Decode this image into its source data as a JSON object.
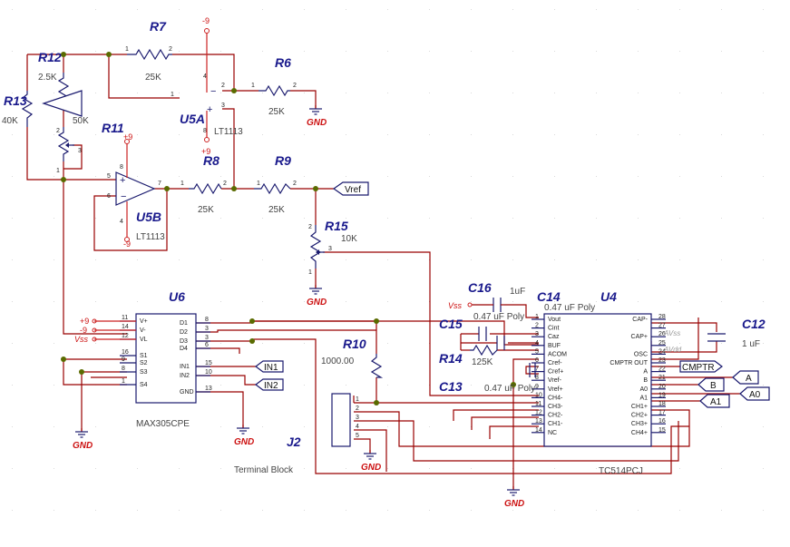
{
  "refs": {
    "r7": "R7",
    "r6": "R6",
    "r12": "R12",
    "r13": "R13",
    "r11": "R11",
    "r8": "R8",
    "r9": "R9",
    "r15": "R15",
    "r10": "R10",
    "r14": "R14",
    "u5a": "U5A",
    "u5b": "U5B",
    "u6": "U6",
    "u4": "U4",
    "j2": "J2",
    "c16": "C16",
    "c14": "C14",
    "c15": "C15",
    "c13": "C13",
    "c12": "C12"
  },
  "values": {
    "r7": "25K",
    "r6": "25K",
    "r12": "2.5K",
    "r12b": "50K",
    "r13": "40K",
    "r8": "25K",
    "r9": "25K",
    "r15": "10K",
    "r10": "1000.00",
    "r14": "125K",
    "c16": "1uF",
    "c14": "0.47 uF Poly",
    "c15": "0.47 uF Poly",
    "c13": "0.47 uF Poly",
    "c12": "1 uF",
    "u5a": "LT1113",
    "u5b": "LT1113",
    "u6": "MAX305CPE",
    "u4": "TC514PCJ",
    "j2": "Terminal Block"
  },
  "power": {
    "neg9a": "-9",
    "pos9a": "+9",
    "pos9b": "+9",
    "neg9b": "-9",
    "p9": "+9",
    "m9": "-9",
    "vss": "Vss",
    "vss2": "Vss"
  },
  "gnd": "GND",
  "nets": {
    "vref": "Vref",
    "cmptr": "CMPTR",
    "a": "A",
    "b": "B",
    "a0": "A0",
    "a1": "A1",
    "in1": "IN1",
    "in2": "IN2",
    "avss": "AVss",
    "avdd": "AVdd"
  },
  "u6_pins_left": [
    {
      "num": "11",
      "name": "V+"
    },
    {
      "num": "14",
      "name": "V-"
    },
    {
      "num": "12",
      "name": "VL"
    },
    {
      "num": "16",
      "name": "S1"
    },
    {
      "num": "9",
      "name": "S2"
    },
    {
      "num": "8",
      "name": "S3"
    },
    {
      "num": "1",
      "name": "S4"
    }
  ],
  "u6_pins_right": [
    {
      "num": "8",
      "name": "D1"
    },
    {
      "num": "3",
      "name": "D2"
    },
    {
      "num": "3",
      "name": "D3"
    },
    {
      "num": "6",
      "name": "D4"
    },
    {
      "num": "15",
      "name": "IN1"
    },
    {
      "num": "10",
      "name": "IN2"
    },
    {
      "num": "13",
      "name": "GND"
    }
  ],
  "u4_pins_left": [
    {
      "num": "1",
      "name": "Vout"
    },
    {
      "num": "2",
      "name": "Cint"
    },
    {
      "num": "3",
      "name": "Caz"
    },
    {
      "num": "4",
      "name": "BUF"
    },
    {
      "num": "5",
      "name": "ACOM"
    },
    {
      "num": "6",
      "name": "Cref-"
    },
    {
      "num": "7",
      "name": "Cref+"
    },
    {
      "num": "8",
      "name": "Vref-"
    },
    {
      "num": "9",
      "name": "Vref+"
    },
    {
      "num": "10",
      "name": "CH4-"
    },
    {
      "num": "11",
      "name": "CH3-"
    },
    {
      "num": "12",
      "name": "CH2-"
    },
    {
      "num": "13",
      "name": "CH1-"
    },
    {
      "num": "14",
      "name": "NC"
    }
  ],
  "u4_pins_right": [
    {
      "num": "28",
      "name": "CAP-"
    },
    {
      "num": "27",
      "name": ""
    },
    {
      "num": "26",
      "name": "CAP+"
    },
    {
      "num": "25",
      "name": ""
    },
    {
      "num": "24",
      "name": "OSC"
    },
    {
      "num": "23",
      "name": "CMPTR OUT"
    },
    {
      "num": "22",
      "name": "A"
    },
    {
      "num": "21",
      "name": "B"
    },
    {
      "num": "20",
      "name": "A0"
    },
    {
      "num": "19",
      "name": "A1"
    },
    {
      "num": "18",
      "name": "CH1+"
    },
    {
      "num": "17",
      "name": "CH2+"
    },
    {
      "num": "16",
      "name": "CH3+"
    },
    {
      "num": "15",
      "name": "CH4+"
    }
  ],
  "pin_numbers": {
    "one": "1",
    "two": "2",
    "three": "3",
    "four": "4",
    "five": "5",
    "six": "6",
    "seven": "7",
    "eight": "8"
  }
}
